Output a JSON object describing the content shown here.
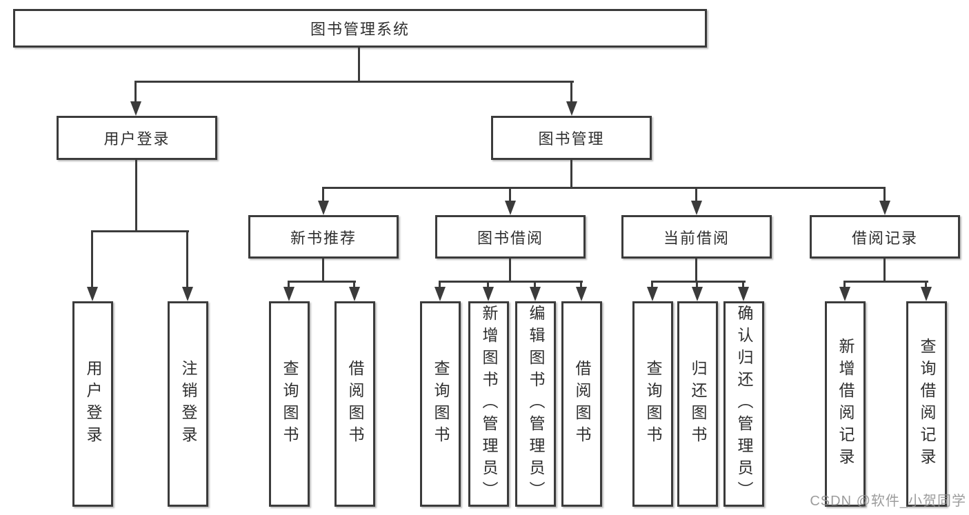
{
  "diagram": {
    "root": {
      "label": "图书管理系统"
    },
    "branches": [
      {
        "label": "用户登录",
        "children": [
          {
            "label": "用户登录"
          },
          {
            "label": "注销登录"
          }
        ]
      },
      {
        "label": "图书管理",
        "children": [
          {
            "label": "新书推荐",
            "children": [
              {
                "label": "查询图书"
              },
              {
                "label": "借阅图书"
              }
            ]
          },
          {
            "label": "图书借阅",
            "children": [
              {
                "label": "查询图书"
              },
              {
                "label": "新增图书（管理员）"
              },
              {
                "label": "编辑图书（管理员）"
              },
              {
                "label": "借阅图书"
              }
            ]
          },
          {
            "label": "当前借阅",
            "children": [
              {
                "label": "查询图书"
              },
              {
                "label": "归还图书"
              },
              {
                "label": "确认归还（管理员）"
              }
            ]
          },
          {
            "label": "借阅记录",
            "children": [
              {
                "label": "新增借阅记录"
              },
              {
                "label": "查询借阅记录"
              }
            ]
          }
        ]
      }
    ]
  },
  "watermark": {
    "text": "CSDN @软件_小贺同学"
  },
  "colors": {
    "line": "#3b3b3b",
    "text": "#2f2f2f",
    "background": "#ffffff",
    "watermark": "#8f8f8f"
  }
}
